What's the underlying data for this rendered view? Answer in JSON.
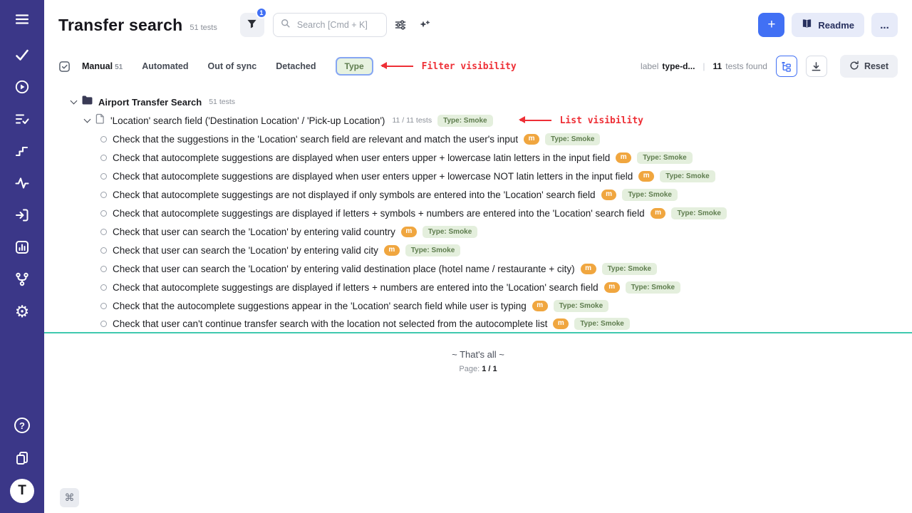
{
  "colors": {
    "sidebar_bg": "#3b3788",
    "accent_blue": "#4170f4",
    "chip_green_bg": "#e4efdd",
    "chip_green_text": "#5f7d4f",
    "manual_badge_orange": "#f0a63f",
    "annotation_red": "#ee2f36",
    "teal_indicator": "#3fc9af"
  },
  "icons": {
    "plus": "+",
    "more": "...",
    "gear": "⚙",
    "help": "?",
    "logo": "T",
    "command": "⌘"
  },
  "header": {
    "title": "Transfer search",
    "tests_count": "51 tests",
    "filter_badge": "1",
    "search_placeholder": "Search [Cmd + K]",
    "readme_label": "Readme"
  },
  "toolbar": {
    "tabs": [
      {
        "label": "Manual",
        "count": "51"
      },
      {
        "label": "Automated",
        "count": ""
      },
      {
        "label": "Out of sync",
        "count": ""
      },
      {
        "label": "Detached",
        "count": ""
      }
    ],
    "type_filter_label": "Type",
    "annotation_filter": "Filter visibility",
    "results_label_prefix": "label",
    "results_label_value": "type-d...",
    "results_divider": "|",
    "results_count": "11",
    "results_count_suffix": "tests found",
    "reset_label": "Reset"
  },
  "tree": {
    "folder": {
      "name": "Airport Transfer Search",
      "count": "51 tests"
    },
    "suite": {
      "name": "'Location' search field ('Destination Location' / 'Pick-up Location')",
      "count": "11 / 11 tests",
      "annotation": "List visibility"
    },
    "badge_manual": "m",
    "type_chip": "Type: Smoke",
    "tests": [
      {
        "title": "Check that the suggestions in the 'Location' search field are relevant and match the user's input"
      },
      {
        "title": "Check that autocomplete suggestions are displayed when user enters upper + lowercase latin letters in the input field"
      },
      {
        "title": "Check that autocomplete suggestions are displayed when user enters upper + lowercase NOT latin letters in the input field"
      },
      {
        "title": "Check that autocomplete suggestings are not displayed if only symbols are entered into the 'Location' search field"
      },
      {
        "title": "Check that autocomplete suggestings are displayed if letters + symbols + numbers are entered into the 'Location' search field"
      },
      {
        "title": "Check that user can search the 'Location' by entering valid country"
      },
      {
        "title": "Check that user can search the 'Location' by entering valid city"
      },
      {
        "title": "Check that user can search the 'Location' by entering valid destination place (hotel name / restaurante + city)"
      },
      {
        "title": "Check that autocomplete suggestings are displayed if letters + numbers are entered into the 'Location' search field"
      },
      {
        "title": "Check that the autocomplete suggestions appear in the 'Location' search field while user is typing"
      },
      {
        "title": "Check that user can't continue transfer search with the location not selected from the autocomplete list"
      }
    ]
  },
  "footer": {
    "end_text": "~ That's all ~",
    "page_label": "Page:",
    "page_value": "1 / 1"
  }
}
